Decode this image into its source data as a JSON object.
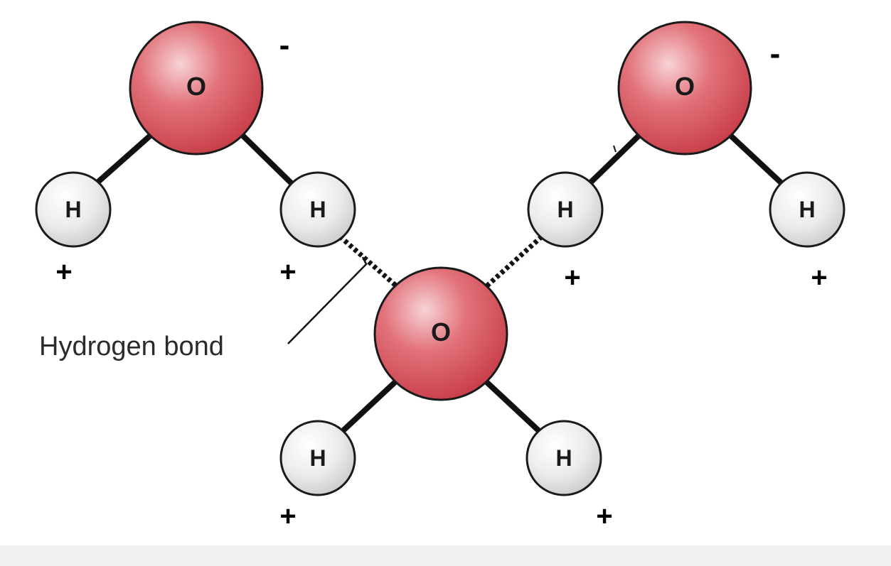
{
  "labels": {
    "oxygen": "O",
    "hydrogen": "H",
    "negative": "-",
    "positive": "+",
    "hydrogen_bond": "Hydrogen bond"
  },
  "colors": {
    "oxygen_fill": "#d9575f",
    "oxygen_highlight": "#f5c7ca",
    "hydrogen_fill": "#e4e4e4",
    "hydrogen_highlight": "#ffffff",
    "bond": "#111111"
  }
}
